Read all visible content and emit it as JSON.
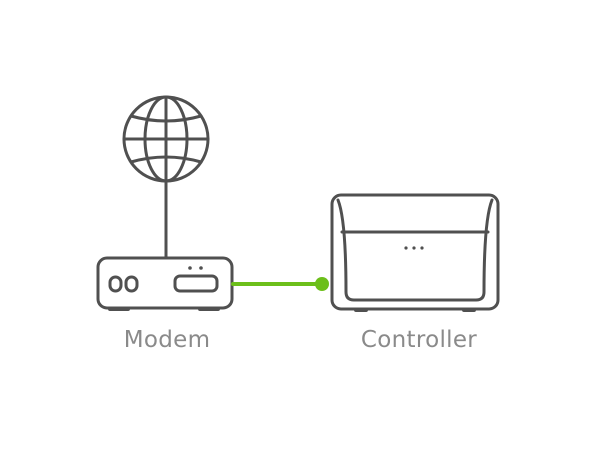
{
  "colors": {
    "device_stroke": "#505050",
    "link_color": "#6cbf1a",
    "label_color": "#8a8a8a",
    "background": "#ffffff"
  },
  "devices": {
    "modem": {
      "label": "Modem",
      "icon": "modem-icon"
    },
    "controller": {
      "label": "Controller",
      "icon": "controller-icon"
    },
    "internet": {
      "icon": "globe-icon"
    }
  },
  "connections": [
    {
      "from": "internet",
      "to": "modem",
      "kind": "line",
      "color": "#505050"
    },
    {
      "from": "modem",
      "to": "controller",
      "kind": "ethernet",
      "color": "#6cbf1a"
    }
  ]
}
